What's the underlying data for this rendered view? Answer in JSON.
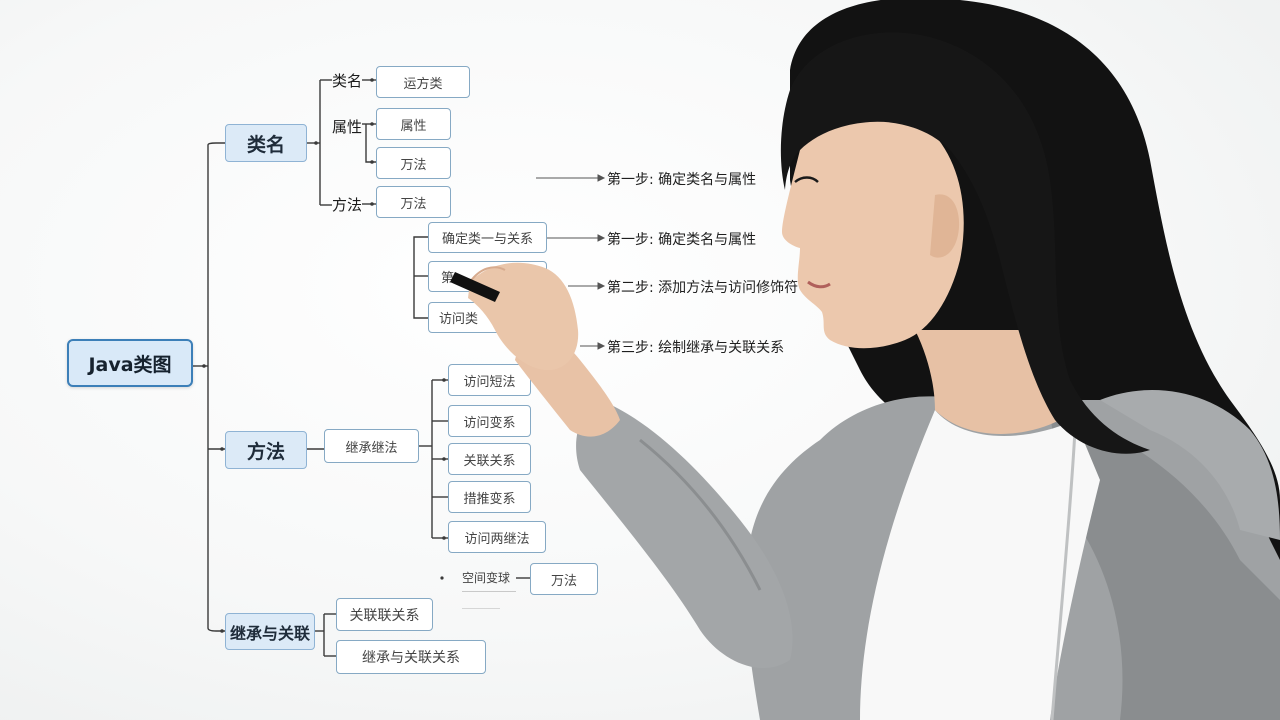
{
  "mindmap": {
    "root": "Java类图",
    "branch_classname": {
      "title": "类名",
      "sub_classname": "类名",
      "sub_classname_box": "运方类",
      "sub_attr": "属性",
      "sub_attr_box": "属性",
      "sub_method_box_1": "万法",
      "sub_method": "方法",
      "sub_method_box_2": "万法"
    },
    "middle_boxes": [
      "确定类一与关系",
      "第",
      "访问类"
    ],
    "branch_method": {
      "title": "方法",
      "child": "继承继法",
      "leaves": [
        "访问短法",
        "访问变系",
        "关联关系",
        "措推变系",
        "访问两继法"
      ],
      "extra_label": "空间变球",
      "extra_box": "万法"
    },
    "branch_inherit": {
      "title": "继承与关联",
      "children": [
        "关联联关系",
        "继承与关联关系"
      ]
    }
  },
  "steps": [
    "第一步: 确定类名与属性",
    "第一步: 确定类名与属性",
    "第二步: 添加方法与访问修饰符",
    "第三步: 绘制继承与关联关系"
  ],
  "colors": {
    "root_border": "#3c7fb8",
    "node_fill": "#dceaf7",
    "node_border": "#86a9c4",
    "line": "#3a3a3a"
  }
}
